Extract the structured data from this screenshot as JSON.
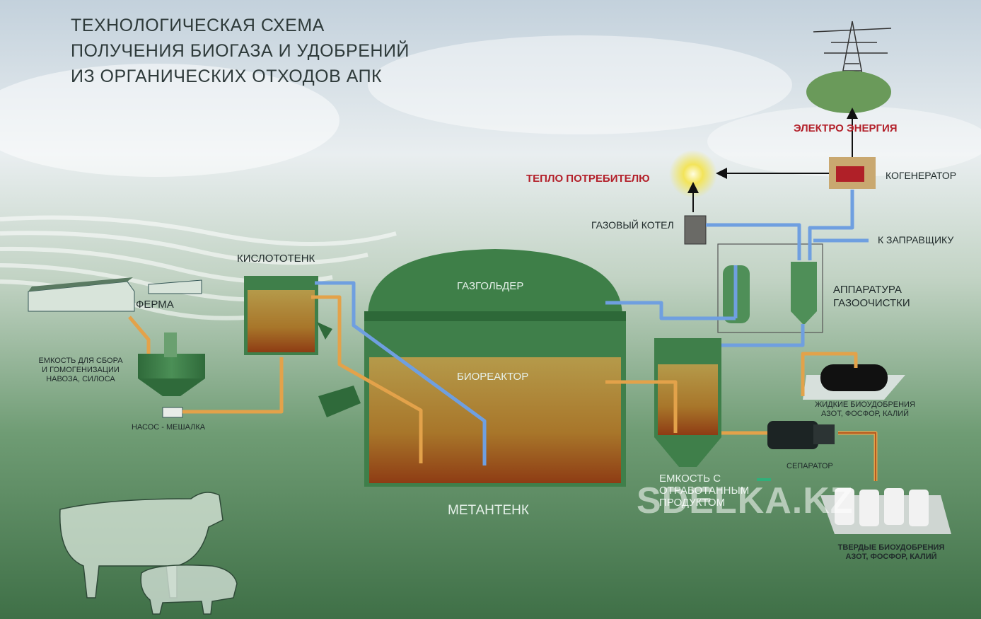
{
  "title": {
    "line1": "ТЕХНОЛОГИЧЕСКАЯ СХЕМА",
    "line2": "ПОЛУЧЕНИЯ БИОГАЗА И УДОБРЕНИЙ",
    "line3": "ИЗ ОРГАНИЧЕСКИХ ОТХОДОВ АПК"
  },
  "labels": {
    "farm": "ФЕРМА",
    "collection_tank_1": "ЕМКОСТЬ ДЛЯ СБОРА",
    "collection_tank_2": "И ГОМОГЕНИЗАЦИИ",
    "collection_tank_3": "НАВОЗА, СИЛОСА",
    "pump_mixer": "НАСОС - МЕШАЛКА",
    "acid_tank": "КИСЛОТОТЕНК",
    "gasholder": "ГАЗГОЛЬДЕР",
    "bioreactor": "БИОРЕАКТОР",
    "methane_tank": "МЕТАНТЕНК",
    "spent_tank_1": "ЕМКОСТЬ С",
    "spent_tank_2": "ОТРАБОТАННЫМ",
    "spent_tank_3": "ПРОДУКТОМ",
    "gas_boiler": "ГАЗОВЫЙ КОТЕЛ",
    "heat_to_consumer": "ТЕПЛО ПОТРЕБИТЕЛЮ",
    "electricity": "ЭЛЕКТРО ЭНЕРГИЯ",
    "cogenerator": "КОГЕНЕРАТОР",
    "to_filling_station": "К ЗАПРАВЩИКУ",
    "gas_cleaning_1": "АППАРАТУРА",
    "gas_cleaning_2": "ГАЗООЧИСТКИ",
    "liquid_fert_1": "ЖИДКИЕ БИОУДОБРЕНИЯ",
    "liquid_fert_2": "АЗОТ, ФОСФОР, КАЛИЙ",
    "separator": "СЕПАРАТОР",
    "solid_fert_1": "ТВЕРДЫЕ БИОУДОБРЕНИЯ",
    "solid_fert_2": "АЗОТ, ФОСФОР, КАЛИЙ"
  },
  "watermark": "SDELKA.KZ",
  "colors": {
    "sky_top": "#c9d6e0",
    "field_green": "#4f8a5a",
    "tank_green": "#3f7f4a",
    "pipe_orange": "#e3a24a",
    "pipe_blue": "#6f9fe0",
    "accent_red": "#b3202a",
    "slurry": "#a8762a"
  },
  "icons": [
    "farm-buildings-icon",
    "cow-icon",
    "pig-icon",
    "power-pylon-icon",
    "light-bulb-icon",
    "cogenerator-engine-icon",
    "gas-boiler-icon",
    "fertilizer-tank-icon",
    "fertilizer-bags-icon"
  ]
}
